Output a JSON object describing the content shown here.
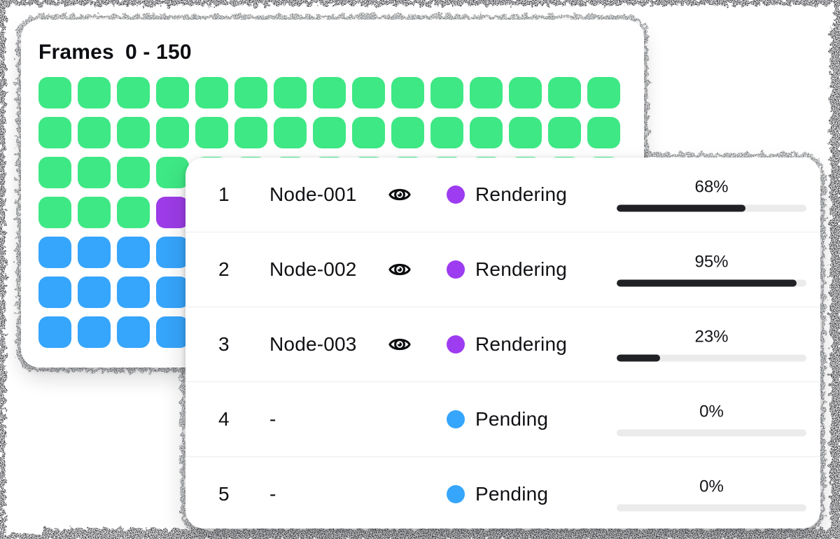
{
  "colors": {
    "frame_done": "#3ee884",
    "frame_rendering": "#9d3ce8",
    "frame_pending": "#36a5fc",
    "dot_rendering": "#9d3cf0",
    "dot_pending": "#36a5fc",
    "bar_fill": "#202124",
    "bar_track": "#ebebeb",
    "text": "#101114",
    "divider": "#ededed"
  },
  "frames_panel": {
    "title": "Frames",
    "range": "0 - 150",
    "grid": {
      "columns": 15,
      "legend": {
        "d": "done (green)",
        "r": "rendering (purple)",
        "p": "pending (blue)"
      },
      "cell_states_by_row": [
        "ddddddddddddddd",
        "ddddddddddddddd",
        "ddddddddddddddd",
        "dddrppppppppppp",
        "ppppppppppppppp",
        "ppppppppppppppp",
        "ppppppppppppppp"
      ]
    }
  },
  "nodes_panel": {
    "rows": [
      {
        "id": "1",
        "node": "Node-001",
        "has_eye": true,
        "status": "Rendering",
        "status_key": "rendering",
        "percent": "68%",
        "progress": 68
      },
      {
        "id": "2",
        "node": "Node-002",
        "has_eye": true,
        "status": "Rendering",
        "status_key": "rendering",
        "percent": "95%",
        "progress": 95
      },
      {
        "id": "3",
        "node": "Node-003",
        "has_eye": true,
        "status": "Rendering",
        "status_key": "rendering",
        "percent": "23%",
        "progress": 23
      },
      {
        "id": "4",
        "node": "-",
        "has_eye": false,
        "status": "Pending",
        "status_key": "pending",
        "percent": "0%",
        "progress": 0
      },
      {
        "id": "5",
        "node": "-",
        "has_eye": false,
        "status": "Pending",
        "status_key": "pending",
        "percent": "0%",
        "progress": 0
      }
    ]
  }
}
